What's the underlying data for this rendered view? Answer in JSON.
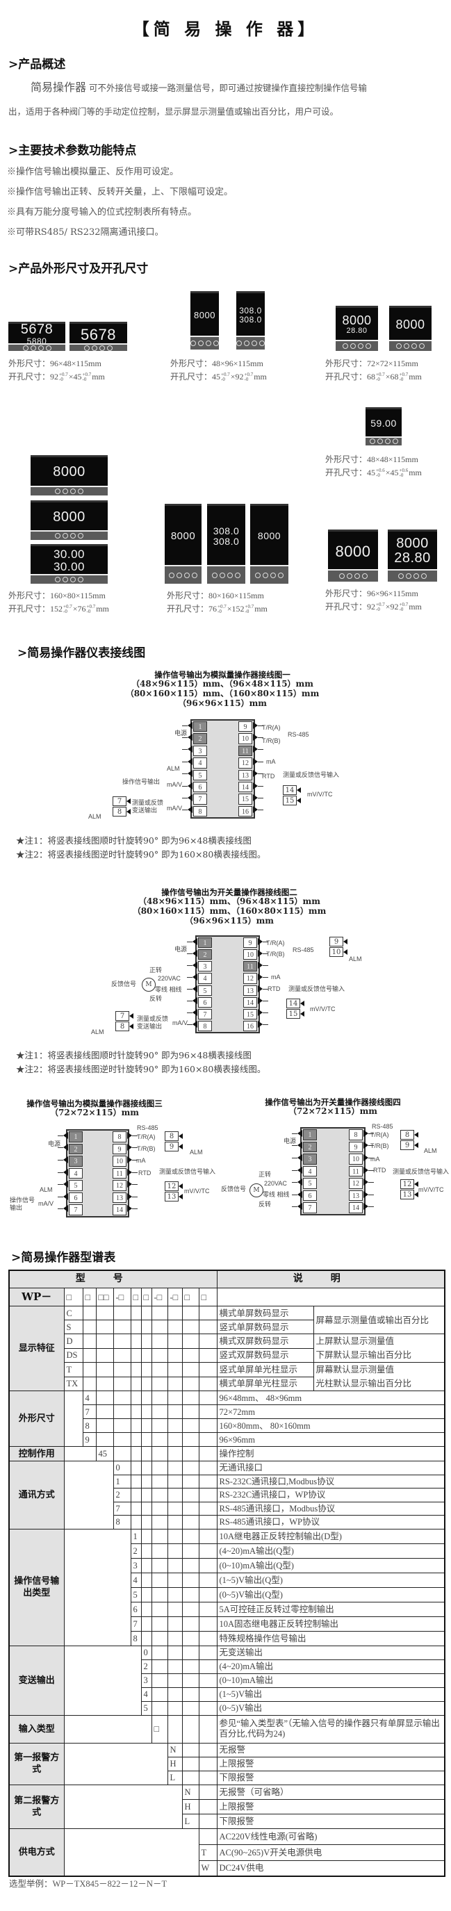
{
  "title": "【简 易 操 作 器】",
  "sections": {
    "overview": ">产品概述",
    "features": ">主要技术参数功能特点",
    "dimensions": ">产品外形尺寸及开孔尺寸",
    "wiring": ">简易操作器仪表接线图",
    "model": ">简易操作器型谱表"
  },
  "overview": {
    "lead": "简易操作器",
    "line1": "可不外接信号或接一路测量信号，即可通过按键操作直接控制操作信号输",
    "line2": "出，适用于各种阀门等的手动定位控制，显示屏显示测量值或输出百分比，用户可设。"
  },
  "features": [
    "※操作信号输出模拟量正、反作用可设定。",
    "※操作信号输出正转、反转开关量，上、下限幅可设定。",
    "※具有万能分度号输入的位式控制表所有特点。",
    "※可带RS485/ RS232隔离通讯接口。"
  ],
  "products": {
    "outer_label": "外形尺寸：",
    "cut_label": "开孔尺寸：",
    "unit": "mm",
    "items": [
      {
        "outer": "96×48×115",
        "cut_a": "92",
        "cut_b": "45",
        "tol_plus": "+0.7",
        "tol_minus": "-0"
      },
      {
        "outer": "48×96×115",
        "cut_a": "45",
        "cut_b": "92",
        "tol_plus": "+0.7",
        "tol_minus": "-0"
      },
      {
        "outer": "72×72×115",
        "cut_a": "68",
        "cut_b": "68",
        "tol_plus": "+0.7",
        "tol_minus": "-0"
      },
      {
        "outer": "48×48×115",
        "cut_a": "45",
        "cut_b": "45",
        "tol_plus": "+0.6",
        "tol_minus": "-0"
      },
      {
        "outer": "160×80×115",
        "cut_a": "152",
        "cut_b": "76",
        "tol_plus": "+0.7",
        "tol_minus": "-0"
      },
      {
        "outer": "80×160×115",
        "cut_a": "76",
        "cut_b": "152",
        "tol_plus": "+0.7",
        "tol_minus": "-0"
      },
      {
        "outer": "96×96×115",
        "cut_a": "92",
        "cut_b": "92",
        "tol_plus": "+0.7",
        "tol_minus": "-0"
      }
    ],
    "readouts": [
      [
        "5678",
        "5880"
      ],
      [
        "5678"
      ],
      [
        "8000"
      ],
      [
        "308.0",
        "308.0"
      ],
      [
        "8000",
        "28.80"
      ],
      [
        "8000"
      ],
      [
        "59.00"
      ],
      [
        "8000"
      ],
      [
        "8000"
      ],
      [
        "30.00",
        "30.00"
      ],
      [
        "8000"
      ],
      [
        "308.0",
        "308.0"
      ],
      [
        "8000"
      ],
      [
        "8000"
      ],
      [
        "8000",
        "28.80"
      ]
    ]
  },
  "diagrams": [
    {
      "title": "操作信号输出为模拟量操作器接线图一",
      "dims": [
        "（48×96×115）mm、（96×48×115）mm",
        "（80×160×115）mm、（160×80×115）mm",
        "（96×96×115）mm"
      ],
      "left": [
        "1",
        "2",
        "3",
        "4",
        "5",
        "6",
        "7",
        "8"
      ],
      "right": [
        "9",
        "10",
        "11",
        "12",
        "13",
        "14",
        "15",
        "16"
      ],
      "shaded": [
        "1",
        "2",
        "11"
      ],
      "labels": {
        "power": "电源",
        "tra": "T/R(A)",
        "trb": "T/R(B)",
        "rs485": "RS-485",
        "ma": "mA",
        "rtd": "RTD",
        "meas_in": "测量或反馈信号输入",
        "mvvtc": "mV/V/TC",
        "alm1": "ALM",
        "op_out": "操作信号输出",
        "mav1": "mA/V",
        "alm2": "ALM",
        "trans_out": "测量或反馈变送输出",
        "mav2": "mA/V"
      },
      "mini": [
        [
          "14",
          "15"
        ],
        [
          "7",
          "8"
        ]
      ]
    },
    {
      "title": "操作信号输出为开关量操作器接线图二",
      "dims": [
        "（48×96×115）mm、（96×48×115）mm",
        "（80×160×115）mm、（160×80×115）mm",
        "（96×96×115）mm"
      ],
      "left": [
        "1",
        "2",
        "3",
        "4",
        "5",
        "6",
        "7",
        "8"
      ],
      "right": [
        "9",
        "10",
        "11",
        "12",
        "13",
        "14",
        "15",
        "16"
      ],
      "shaded": [
        "1",
        "2",
        "11"
      ],
      "labels": {
        "power": "电源",
        "tra": "T/R(A)",
        "trb": "T/R(B)",
        "rs485": "RS-485",
        "alm_r": "ALM",
        "ma": "mA",
        "rtd": "RTD",
        "meas_in": "测量或反馈信号输入",
        "mvvtc": "mV/V/TC",
        "fwd": "正转",
        "vac": "220VAC",
        "motor": "M",
        "feedback": "反馈信号",
        "lines": "零线 相线",
        "rev": "反转",
        "alm2": "ALM",
        "trans_out": "测量或反馈变送输出",
        "mav2": "mA/V"
      },
      "mini": [
        [
          "9",
          "10"
        ],
        [
          "14",
          "15"
        ],
        [
          "7",
          "8"
        ]
      ]
    },
    {
      "title": "操作信号输出为模拟量操作器接线图三",
      "dims": [
        "（72×72×115）mm"
      ],
      "left": [
        "1",
        "2",
        "3",
        "4",
        "5",
        "6",
        "7"
      ],
      "right": [
        "8",
        "9",
        "10",
        "11",
        "12",
        "13",
        "14"
      ],
      "shaded": [
        "1",
        "2",
        "3"
      ],
      "labels": {
        "power": "电源",
        "rs485": "RS-485",
        "tra": "T/R(A)",
        "trb": "T/R(B)",
        "alm_r": "ALM",
        "ma": "mA",
        "rtd": "RTD",
        "meas_in": "测量或反馈信号输入",
        "mvvtc": "mV/V/TC",
        "alm1": "ALM",
        "op_out": "操作信号输出",
        "mav1": "mA/V"
      },
      "mini": [
        [
          "8",
          "9"
        ],
        [
          "12",
          "13"
        ]
      ]
    },
    {
      "title": "操作信号输出为开关量操作器接线图四",
      "dims": [
        "（72×72×115）mm"
      ],
      "left": [
        "1",
        "2",
        "3",
        "4",
        "5",
        "6",
        "7"
      ],
      "right": [
        "8",
        "9",
        "10",
        "11",
        "12",
        "13",
        "14"
      ],
      "shaded": [
        "1",
        "2",
        "3"
      ],
      "labels": {
        "power": "电源",
        "rs485": "RS-485",
        "tra": "T/R(A)",
        "trb": "T/R(B)",
        "alm_r": "ALM",
        "ma": "mA",
        "rtd": "RTD",
        "meas_in": "测量或反馈信号输入",
        "mvvtc": "mV/V/TC",
        "fwd": "正转",
        "vac": "220VAC",
        "feedback": "反馈信号",
        "motor": "M",
        "lines": "零线 相线",
        "rev": "反转"
      },
      "mini": [
        [
          "8",
          "9"
        ],
        [
          "12",
          "13"
        ]
      ]
    }
  ],
  "notes": [
    "★注1：将竖表接线图顺时针旋转90°  即为96×48横表接线图",
    "★注2：将竖表接线图逆时针旋转90°  即为160×80横表接线图。"
  ],
  "model_table": {
    "header_model": "型号",
    "header_desc": "说明",
    "prefix": "WP－",
    "placeholders": [
      "□",
      "□",
      "□□",
      "-□",
      "□",
      "□",
      "-□",
      "-□",
      "□",
      "□"
    ],
    "groups": [
      {
        "label": "显示特征",
        "col": 0,
        "rows": [
          {
            "code": "C",
            "desc": "横式单屏数码显示"
          },
          {
            "code": "S",
            "desc": "竖式单屏数码显示"
          },
          {
            "code": "D",
            "desc": "横式双屏数码显示"
          },
          {
            "code": "DS",
            "desc": "竖式双屏数码显示"
          },
          {
            "code": "T",
            "desc": "竖式单屏单光柱显示"
          },
          {
            "code": "TX",
            "desc": "横式单屏单光柱显示"
          }
        ],
        "notes": [
          [
            "屏幕显示测量值或输出百分比"
          ],
          [
            "上屏默认显示测量值",
            "下屏默认显示输出百分比"
          ],
          [
            "屏幕默认显示测量值",
            "光柱默认显示输出百分比"
          ]
        ]
      },
      {
        "label": "外形尺寸",
        "col": 1,
        "rows": [
          {
            "code": "4",
            "desc": "96×48mm、 48×96mm"
          },
          {
            "code": "7",
            "desc": "72×72mm"
          },
          {
            "code": "8",
            "desc": "160×80mm、 80×160mm"
          },
          {
            "code": "9",
            "desc": "96×96mm"
          }
        ]
      },
      {
        "label": "控制作用",
        "col": 2,
        "rows": [
          {
            "code": "45",
            "desc": "操作控制"
          }
        ]
      },
      {
        "label": "通讯方式",
        "col": 3,
        "rows": [
          {
            "code": "0",
            "desc": "无通讯接口"
          },
          {
            "code": "1",
            "desc": "RS-232C通讯接口,Modbus协议"
          },
          {
            "code": "2",
            "desc": "RS-232C通讯接口，WP协议"
          },
          {
            "code": "7",
            "desc": "RS-485通讯接口，Modbus协议"
          },
          {
            "code": "8",
            "desc": "RS-485通讯接口，WP协议"
          }
        ]
      },
      {
        "label": "操作信号输出类型",
        "col": 4,
        "rows": [
          {
            "code": "1",
            "desc": "10A继电器正反转控制输出(D型)"
          },
          {
            "code": "2",
            "desc": "(4~20)mA输出(Q型)"
          },
          {
            "code": "3",
            "desc": "(0~10)mA输出(Q型)"
          },
          {
            "code": "4",
            "desc": "(1~5)V输出(Q型)"
          },
          {
            "code": "5",
            "desc": "(0~5)V输出(Q型)"
          },
          {
            "code": "6",
            "desc": "5A可控硅正反转过零控制输出"
          },
          {
            "code": "7",
            "desc": "10A固态继电器正反转控制输出"
          },
          {
            "code": "8",
            "desc": "特殊规格操作信号输出"
          }
        ]
      },
      {
        "label": "变送输出",
        "col": 5,
        "rows": [
          {
            "code": "0",
            "desc": "无变送输出"
          },
          {
            "code": "2",
            "desc": "(4~20)mA输出"
          },
          {
            "code": "3",
            "desc": "(0~10)mA输出"
          },
          {
            "code": "4",
            "desc": "(1~5)V输出"
          },
          {
            "code": "5",
            "desc": "(0~5)V输出"
          }
        ]
      },
      {
        "label": "输入类型",
        "col": 6,
        "rows": [
          {
            "code": "□",
            "desc": "参见“输入类型表”（无输入信号的操作器只有单屏显示输出百分比,代码为24)"
          }
        ]
      },
      {
        "label": "第一报警方式",
        "col": 7,
        "rows": [
          {
            "code": "N",
            "desc": "无报警"
          },
          {
            "code": "H",
            "desc": "上限报警"
          },
          {
            "code": "L",
            "desc": "下限报警"
          }
        ]
      },
      {
        "label": "第二报警方式",
        "col": 8,
        "rows": [
          {
            "code": "N",
            "desc": "无报警（可省略）"
          },
          {
            "code": "H",
            "desc": "上限报警"
          },
          {
            "code": "L",
            "desc": "下限报警"
          }
        ]
      },
      {
        "label": "供电方式",
        "col": 9,
        "rows": [
          {
            "code": "",
            "desc": "AC220V线性电源(可省略)"
          },
          {
            "code": "T",
            "desc": "AC(90~265)V开关电源供电"
          },
          {
            "code": "W",
            "desc": "DC24V供电"
          }
        ]
      }
    ],
    "example": "选型举例：WP－TX845－822－12－N－T"
  }
}
